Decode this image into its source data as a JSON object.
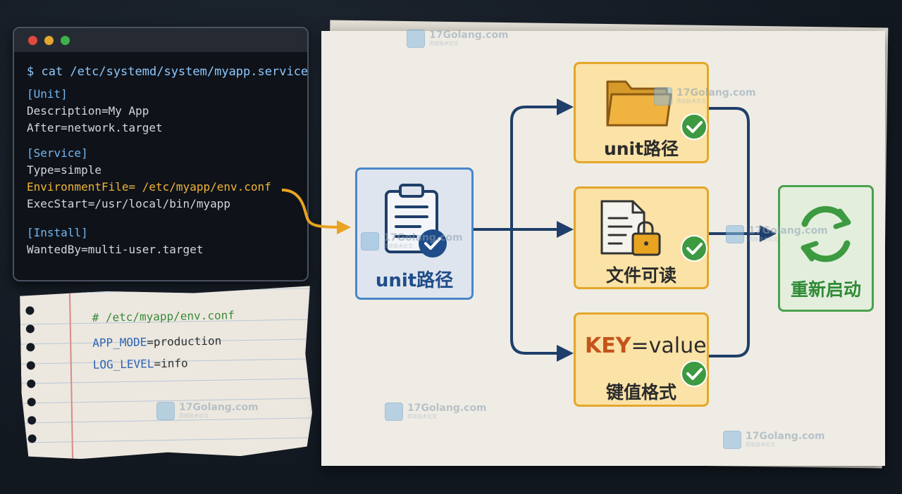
{
  "terminal": {
    "command": "$ cat /etc/systemd/system/myapp.service",
    "lines": [
      {
        "text": "[Unit]",
        "kind": "section"
      },
      {
        "text": "Description=My App",
        "kind": "kv"
      },
      {
        "text": "After=network.target",
        "kind": "kv"
      },
      {
        "text": "[Service]",
        "kind": "section"
      },
      {
        "text": "Type=simple",
        "kind": "kv"
      },
      {
        "text": "EnvironmentFile= /etc/myapp/env.conf",
        "kind": "highlight"
      },
      {
        "text": "ExecStart=/usr/local/bin/myapp",
        "kind": "kv"
      },
      {
        "text": "[Install]",
        "kind": "section"
      },
      {
        "text": "WantedBy=multi-user.target",
        "kind": "kv"
      }
    ]
  },
  "note": {
    "comment": "# /etc/myapp/env.conf",
    "entries": [
      {
        "key": "APP_MODE",
        "value": "=production"
      },
      {
        "key": "LOG_LEVEL",
        "value": "=info"
      }
    ]
  },
  "diagram": {
    "source": {
      "label": "unit路径",
      "icon": "clipboard-check-icon"
    },
    "checks": [
      {
        "label": "unit路径",
        "icon": "folder-icon"
      },
      {
        "label": "文件可读",
        "icon": "locked-file-icon"
      },
      {
        "label_key": "KEY",
        "label_value": "=value",
        "label": "键值格式",
        "icon": "check-icon"
      }
    ],
    "result": {
      "label": "重新启动",
      "icon": "refresh-icon"
    }
  },
  "watermark": {
    "text": "17Golang.com",
    "subtext": "高效技术论文"
  },
  "colors": {
    "blue": "#4a86c9",
    "yellow": "#e3a72a",
    "green": "#4aa14e",
    "navy": "#1f3f6a",
    "orange": "#e8a321"
  }
}
